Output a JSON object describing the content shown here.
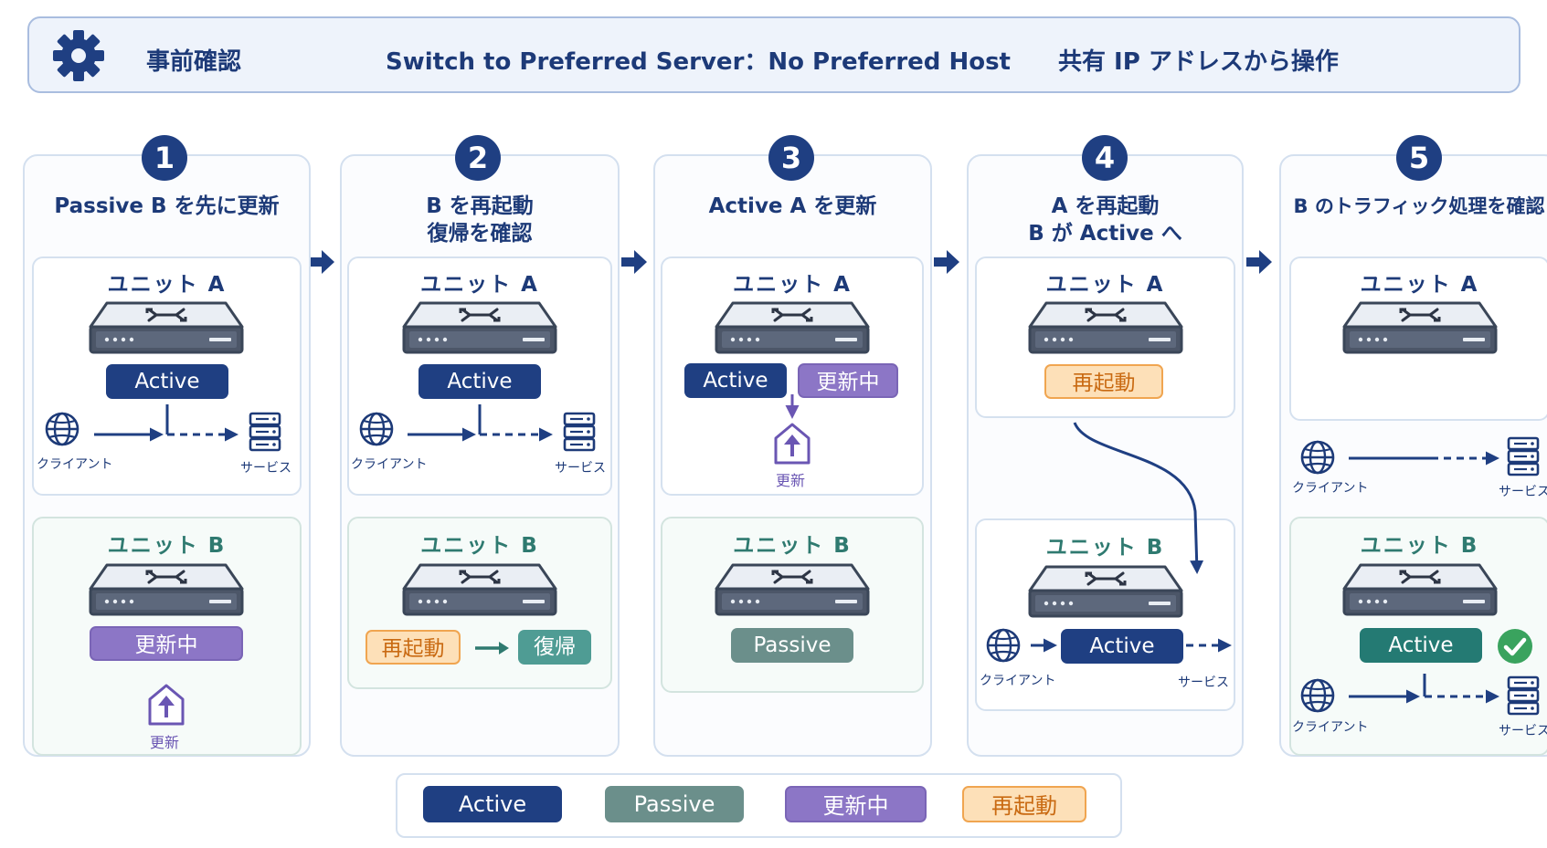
{
  "header": {
    "title": "事前確認",
    "setting": "Switch to Preferred Server：No Preferred Host",
    "operation": "共有 IP アドレスから操作"
  },
  "common": {
    "unit_a": "ユニット A",
    "unit_b": "ユニット B",
    "client": "クライアント",
    "service": "サービス",
    "update": "更新"
  },
  "steps": [
    {
      "number": "1",
      "title_line1": "Passive B を先に更新",
      "title_line2": "",
      "unit_a_status": "Active",
      "unit_b_status": "更新中"
    },
    {
      "number": "2",
      "title_line1": "B を再起動",
      "title_line2": "復帰を確認",
      "unit_a_status": "Active",
      "unit_b_status": "再起動",
      "unit_b_status_next": "復帰"
    },
    {
      "number": "3",
      "title_line1": "Active A を更新",
      "title_line2": "",
      "unit_a_status": "Active",
      "unit_a_status_extra": "更新中",
      "unit_b_status": "Passive"
    },
    {
      "number": "4",
      "title_line1": "A を再起動",
      "title_line2": "B が Active へ",
      "unit_a_status": "再起動",
      "unit_b_status": "Active"
    },
    {
      "number": "5",
      "title_line1": "B のトラフィック処理を確認",
      "title_line2": "",
      "unit_b_status": "Active"
    }
  ],
  "legend": [
    {
      "label": "Active",
      "color": "#1f3f82"
    },
    {
      "label": "Passive",
      "color": "#6b8f8b"
    },
    {
      "label": "更新中",
      "color": "#8c76c6"
    },
    {
      "label": "再起動",
      "color": "#fde0b8"
    }
  ],
  "icons": [
    "gear-icon",
    "step-arrow-icon",
    "network-device-icon",
    "globe-icon",
    "server-icon",
    "upload-icon",
    "check-circle-icon"
  ]
}
